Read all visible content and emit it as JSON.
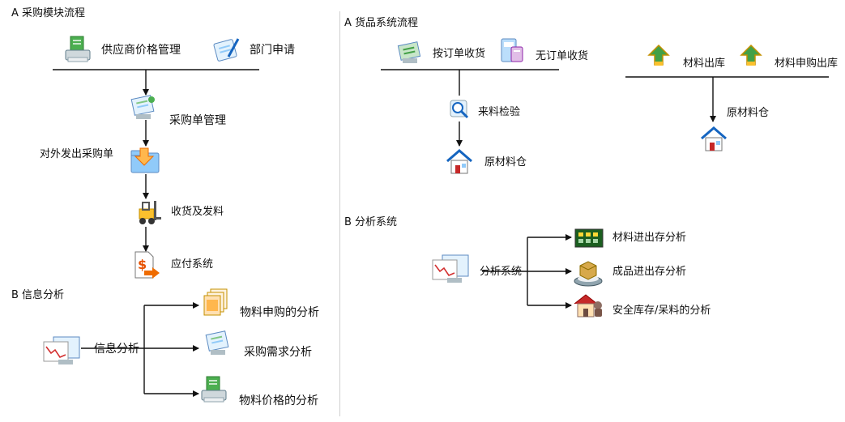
{
  "left": {
    "procurement": {
      "heading": "A 采购模块流程",
      "supplier_price": "供应商价格管理",
      "dept_request": "部门申请",
      "po_management": "采购单管理",
      "issue_po": "对外发出采购单",
      "receive_issue": "收货及发料",
      "payables": "应付系统"
    },
    "info": {
      "heading": "B 信息分析",
      "hub": "信息分析",
      "item1": "物料申购的分析",
      "item2": "采购需求分析",
      "item3": "物料价格的分析"
    }
  },
  "right": {
    "goods": {
      "heading": "A 货品系统流程",
      "receive_by_order": "按订单收货",
      "receive_no_order": "无订单收货",
      "incoming_inspection": "来料检验",
      "raw_warehouse_1": "原材料仓",
      "material_out": "材料出库",
      "material_request_out": "材料申购出库",
      "raw_warehouse_2": "原材料仓"
    },
    "analysis": {
      "heading": "B 分析系统",
      "hub": "分析系统",
      "item1": "材料进出存分析",
      "item2": "成品进出存分析",
      "item3": "安全库存/呆料的分析"
    }
  }
}
